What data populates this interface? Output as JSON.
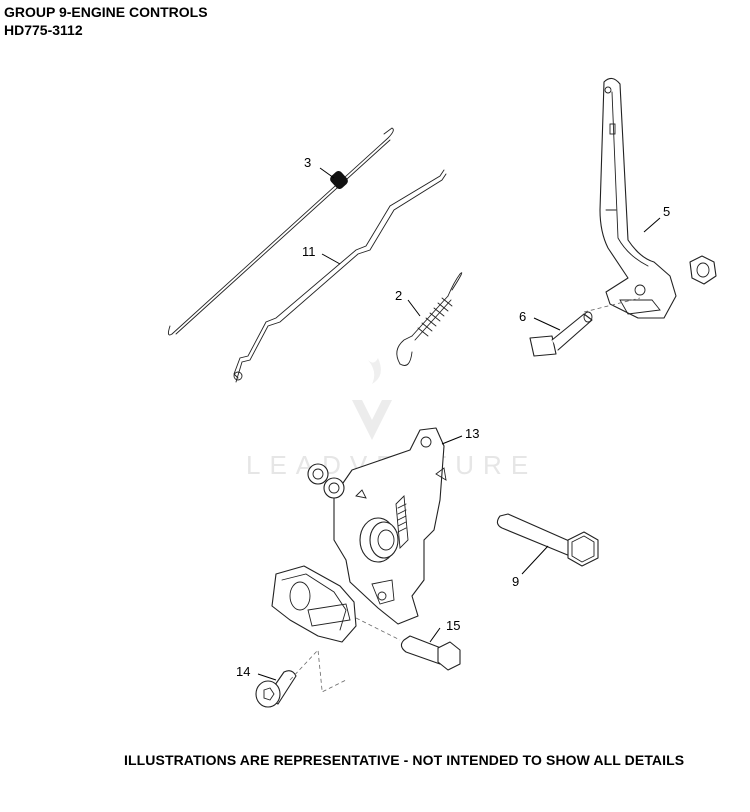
{
  "header": {
    "title": "GROUP 9-ENGINE CONTROLS",
    "model": "HD775-3112"
  },
  "watermark": {
    "text": "LEADVENTURE"
  },
  "callouts": [
    "3",
    "11",
    "2",
    "5",
    "6",
    "13",
    "9",
    "14",
    "15"
  ],
  "footer": {
    "note": "ILLUSTRATIONS ARE REPRESENTATIVE - NOT INTENDED TO SHOW ALL DETAILS"
  }
}
